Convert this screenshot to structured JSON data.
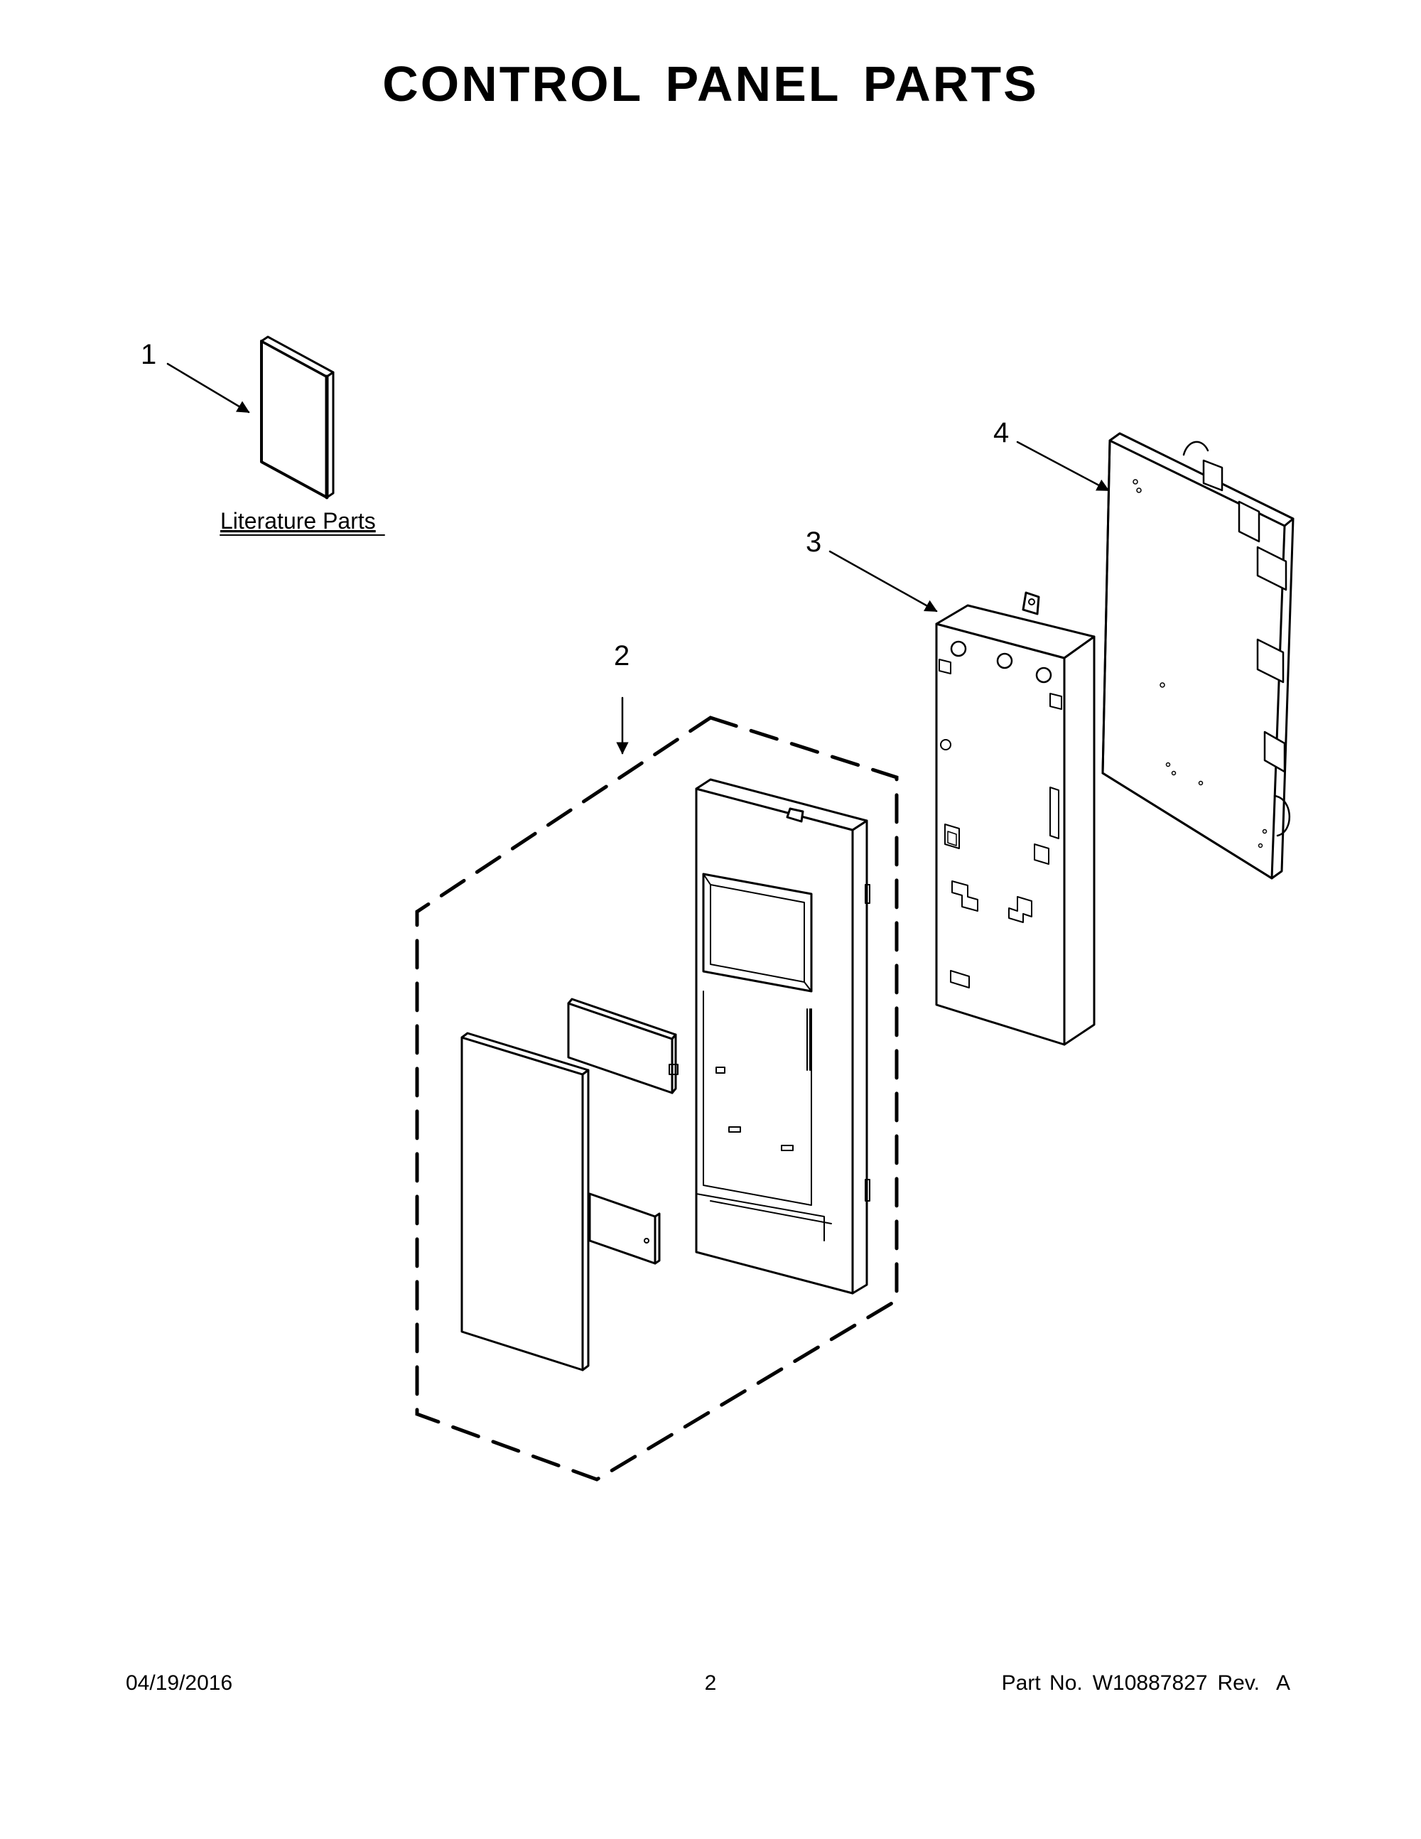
{
  "page": {
    "title": "CONTROL PANEL PARTS"
  },
  "diagram": {
    "callouts": {
      "item_1": "1",
      "item_2": "2",
      "item_3": "3",
      "item_4": "4"
    },
    "literature_label": "Literature Parts"
  },
  "footer": {
    "date": "04/19/2016",
    "page_number": "2",
    "part_label": "Part No.",
    "part_number": "W10887827",
    "revision": "Rev.  A"
  }
}
